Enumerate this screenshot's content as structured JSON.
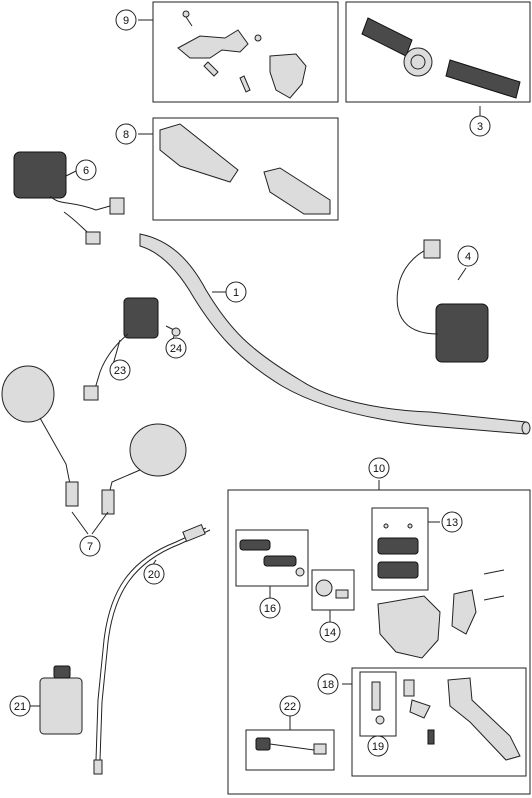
{
  "callouts": [
    {
      "id": "1",
      "label": "1"
    },
    {
      "id": "3",
      "label": "3"
    },
    {
      "id": "4",
      "label": "4"
    },
    {
      "id": "6",
      "label": "6"
    },
    {
      "id": "7",
      "label": "7"
    },
    {
      "id": "8",
      "label": "8"
    },
    {
      "id": "9",
      "label": "9"
    },
    {
      "id": "10",
      "label": "10"
    },
    {
      "id": "13",
      "label": "13"
    },
    {
      "id": "14",
      "label": "14"
    },
    {
      "id": "16",
      "label": "16"
    },
    {
      "id": "18",
      "label": "18"
    },
    {
      "id": "19",
      "label": "19"
    },
    {
      "id": "20",
      "label": "20"
    },
    {
      "id": "21",
      "label": "21"
    },
    {
      "id": "22",
      "label": "22"
    },
    {
      "id": "23",
      "label": "23"
    },
    {
      "id": "24",
      "label": "24"
    }
  ]
}
